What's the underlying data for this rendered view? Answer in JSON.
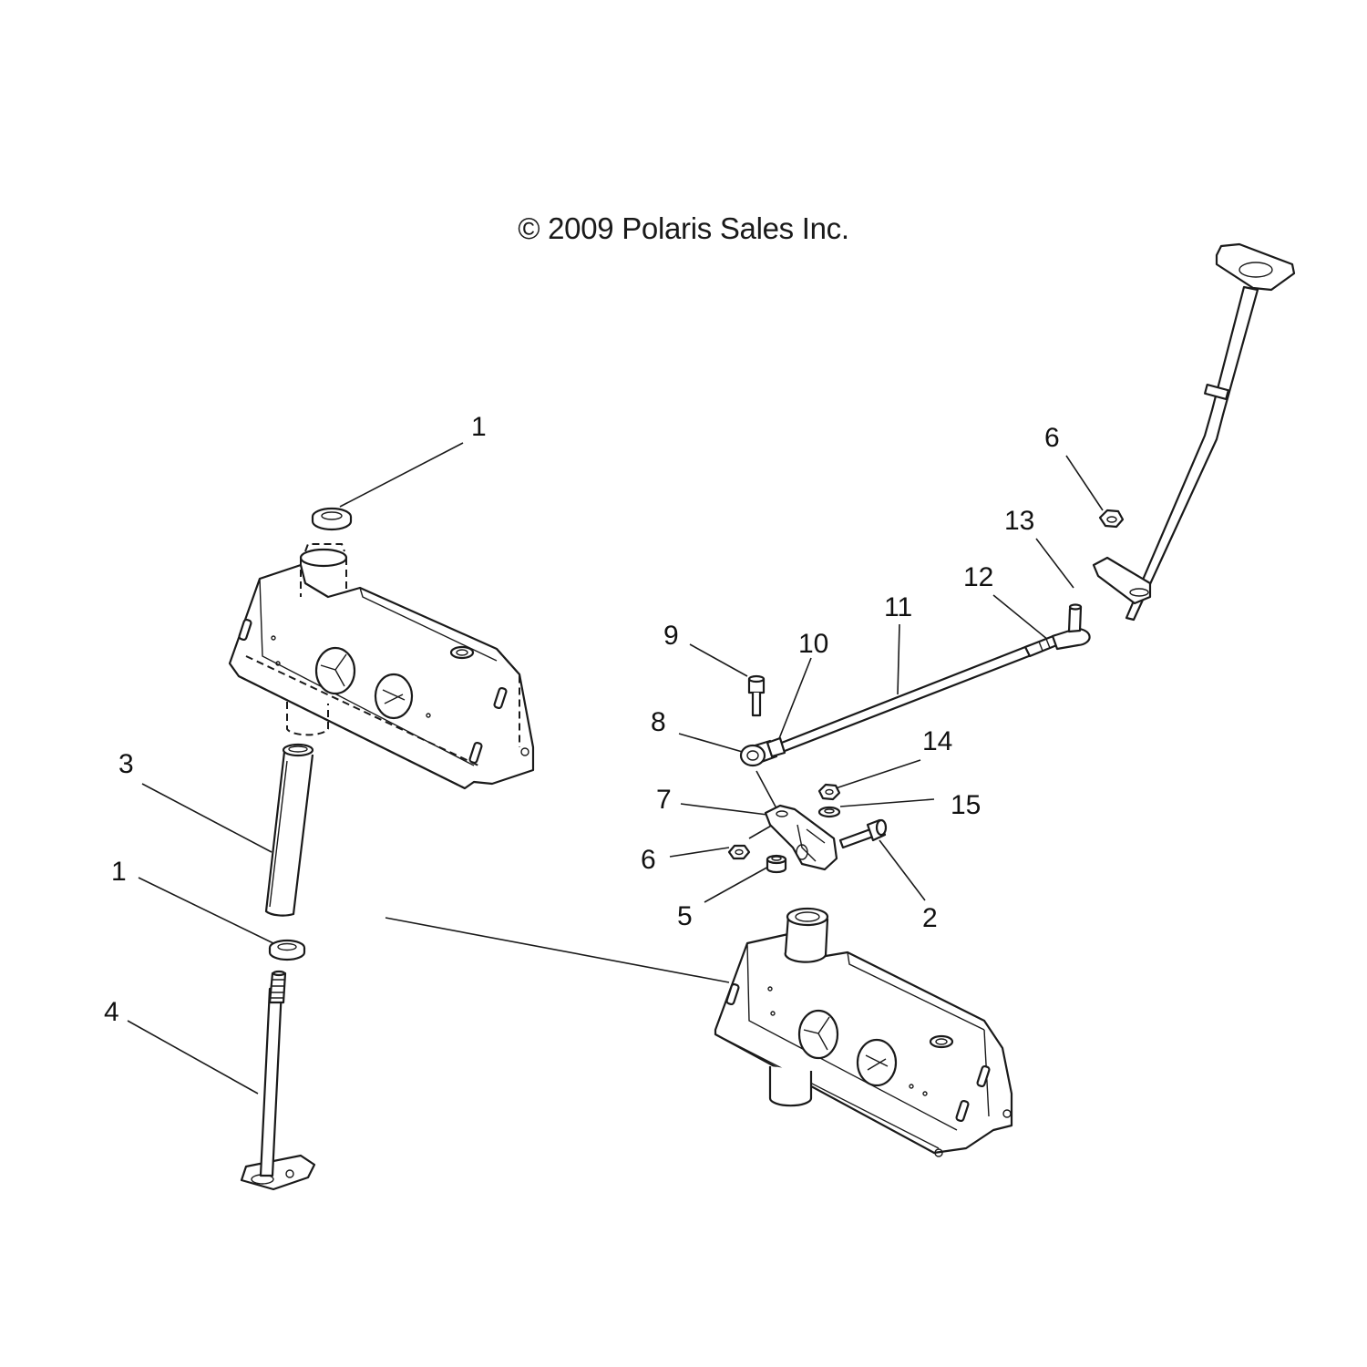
{
  "copyright": "© 2009 Polaris Sales Inc.",
  "callouts": {
    "c1_top": "1",
    "c1_bottom": "1",
    "c2": "2",
    "c3": "3",
    "c4": "4",
    "c5": "5",
    "c6_right": "6",
    "c6_left": "6",
    "c7": "7",
    "c8": "8",
    "c9": "9",
    "c10": "10",
    "c11": "11",
    "c12": "12",
    "c13": "13",
    "c14": "14",
    "c15": "15"
  }
}
